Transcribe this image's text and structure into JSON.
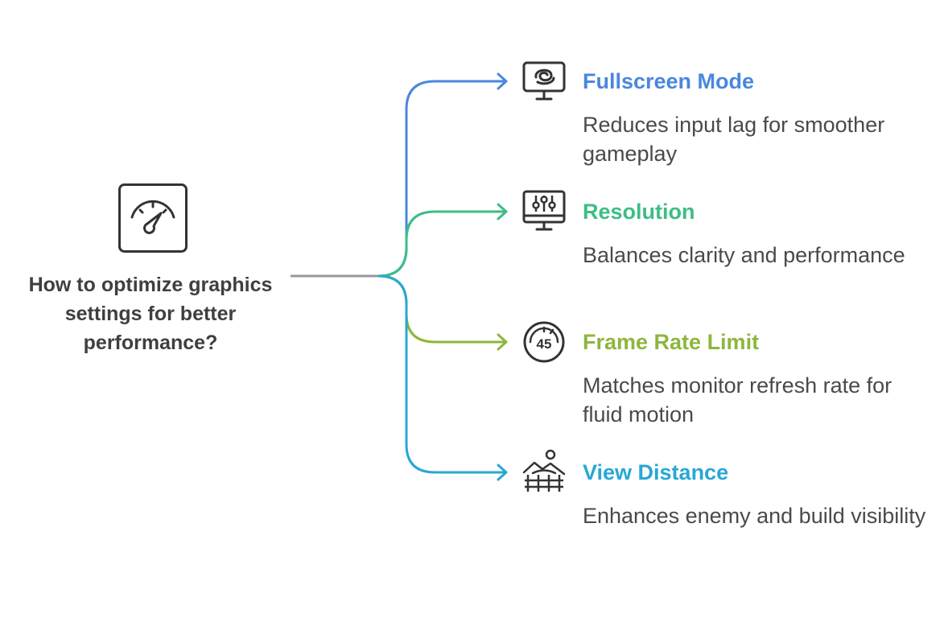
{
  "root": {
    "title": "How to optimize graphics settings for better performance?",
    "icon": "speedometer-icon"
  },
  "colors": {
    "text_dark": "#3f3f3f",
    "icon_stroke": "#333333",
    "trunk_line": "#999999"
  },
  "branches": [
    {
      "title": "Fullscreen Mode",
      "description": "Reduces input lag for smoother gameplay",
      "color": "#4a87de",
      "icon": "monitor-swirl-icon"
    },
    {
      "title": "Resolution",
      "description": "Balances clarity and performance",
      "color": "#3cbe85",
      "icon": "monitor-sliders-icon"
    },
    {
      "title": "Frame Rate Limit",
      "description": "Matches monitor refresh rate for fluid motion",
      "color": "#8db73c",
      "icon": "fps-gauge-icon",
      "icon_text": "45"
    },
    {
      "title": "View Distance",
      "description": "Enhances enemy and build visibility",
      "color": "#28a7d5",
      "icon": "landscape-fence-icon"
    }
  ]
}
